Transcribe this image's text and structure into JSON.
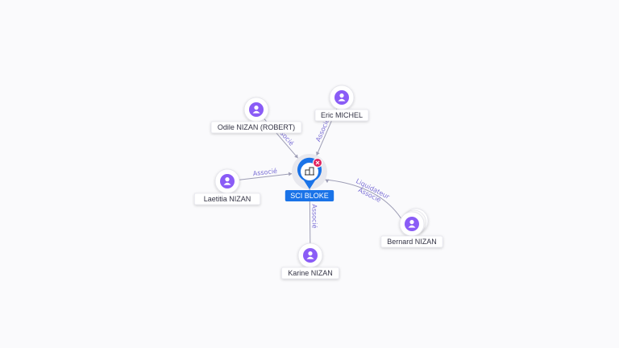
{
  "graph": {
    "center": {
      "label": "SCI BLOKE",
      "icon": "building-icon",
      "badge_icon": "close-icon",
      "accent": "#1a73e8",
      "badge_color": "#e0245e"
    },
    "nodes": [
      {
        "id": "odile",
        "label": "Odile NIZAN (ROBERT)",
        "icon": "person-icon"
      },
      {
        "id": "eric",
        "label": "Eric MICHEL",
        "icon": "person-icon"
      },
      {
        "id": "laetitia",
        "label": "Laetitia NIZAN",
        "icon": "person-icon"
      },
      {
        "id": "bernard",
        "label": "Bernard NIZAN",
        "icon": "person-icon"
      },
      {
        "id": "karine",
        "label": "Karine NIZAN",
        "icon": "person-icon"
      }
    ],
    "edges": [
      {
        "from": "odile",
        "label": "Associé"
      },
      {
        "from": "eric",
        "label": "Associé"
      },
      {
        "from": "laetitia",
        "label": "Associé"
      },
      {
        "from": "bernard",
        "label": "Liquidateur\nAssocié"
      },
      {
        "from": "karine",
        "label": "Associé"
      }
    ],
    "colors": {
      "person": "#8a5cf6",
      "edge": "#9d9db5",
      "edge_label": "#7b6fd6"
    }
  }
}
